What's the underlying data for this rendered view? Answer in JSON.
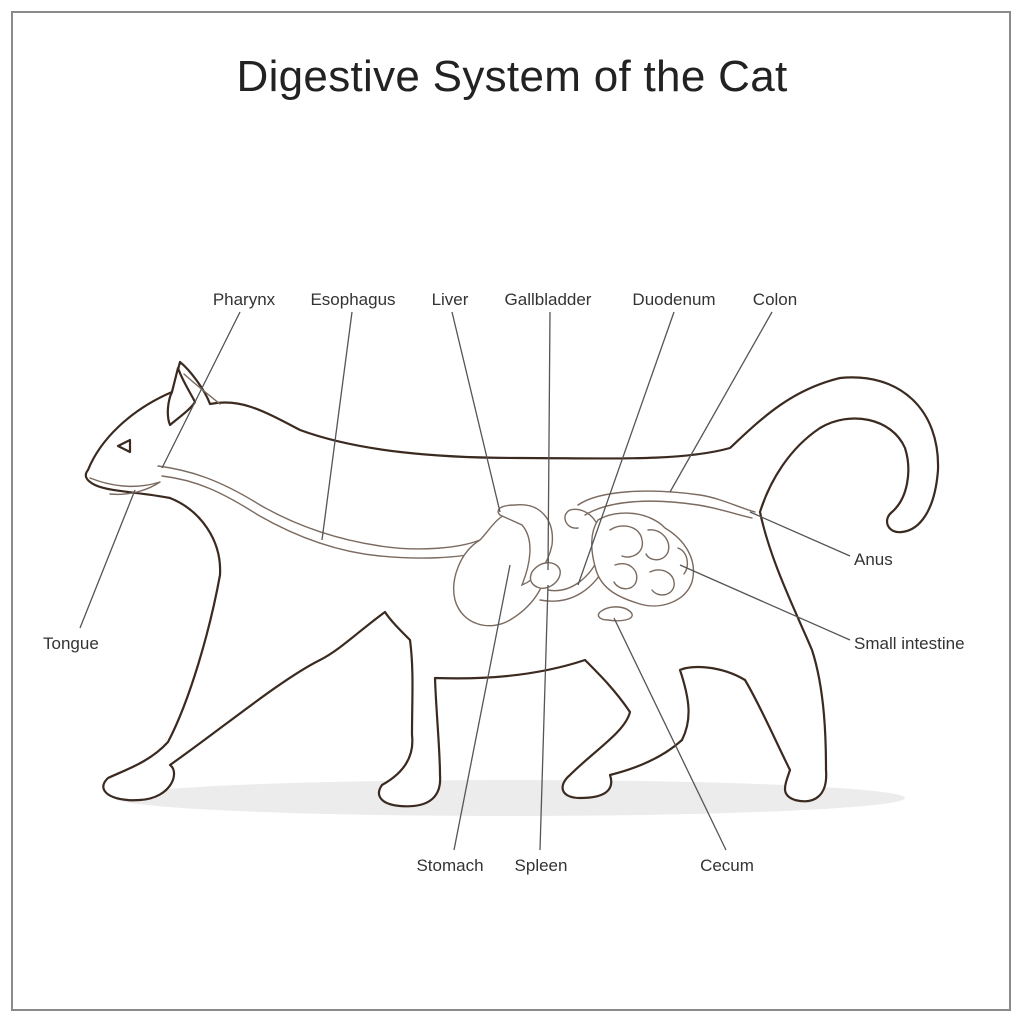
{
  "title": "Digestive System of the Cat",
  "colors": {
    "outline": "#3b2a20",
    "organ": "#7a6a60",
    "leader": "#555555",
    "text": "#333333",
    "shadow": "#ececec",
    "frame": "#8a8a8a"
  },
  "labels": {
    "pharynx": "Pharynx",
    "esophagus": "Esophagus",
    "liver": "Liver",
    "gallbladder": "Gallbladder",
    "duodenum": "Duodenum",
    "colon": "Colon",
    "anus": "Anus",
    "small_intestine": "Small intestine",
    "tongue": "Tongue",
    "stomach": "Stomach",
    "spleen": "Spleen",
    "cecum": "Cecum"
  }
}
